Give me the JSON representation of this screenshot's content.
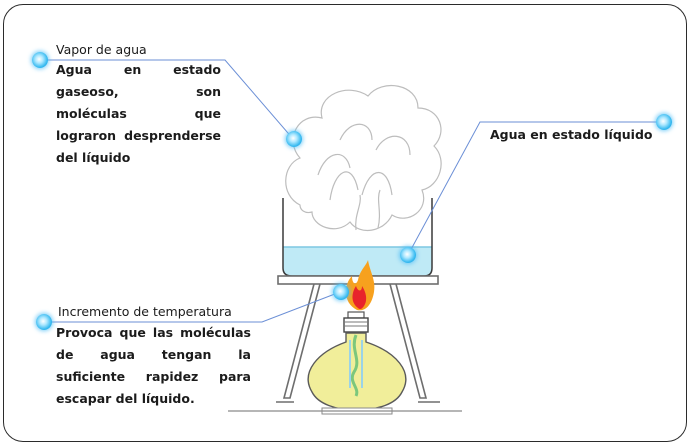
{
  "callouts": {
    "vapor": {
      "title": "Vapor de agua",
      "description": "Agua en estado gaseoso, son moléculas que lograron desprenderse del líquido"
    },
    "liquid": {
      "title": "Agua en estado líquido"
    },
    "temperature": {
      "title": "Incremento de temperatura",
      "description": "Provoca que las moléculas de agua tengan la suficiente rapidez para escapar del líquido."
    }
  },
  "colors": {
    "callout_dot": "#35b9f0",
    "leader_line": "#6b8fd6",
    "water": "#bfeaf6",
    "flame_outer": "#f7a11e",
    "flame_inner": "#e8242b",
    "lamp_fuel": "#f1ee9a"
  }
}
